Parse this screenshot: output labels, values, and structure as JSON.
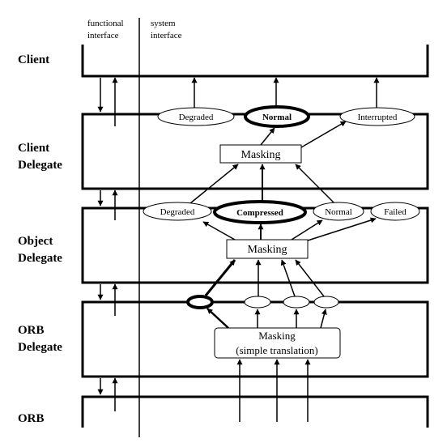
{
  "headers": {
    "functional_1": "functional",
    "functional_2": "interface",
    "system_1": "system",
    "system_2": "interface"
  },
  "layers": {
    "client": "Client",
    "client_delegate_1": "Client",
    "client_delegate_2": "Delegate",
    "object_delegate_1": "Object",
    "object_delegate_2": "Delegate",
    "orb_delegate_1": "ORB",
    "orb_delegate_2": "Delegate",
    "orb": "ORB"
  },
  "client_delegate": {
    "degraded": "Degraded",
    "normal": "Normal",
    "interrupted": "Interrupted",
    "masking": "Masking"
  },
  "object_delegate": {
    "degraded": "Degraded",
    "compressed": "Compressed",
    "normal": "Normal",
    "failed": "Failed",
    "masking": "Masking"
  },
  "orb_delegate": {
    "masking_1": "Masking",
    "masking_2": "(simple translation)"
  },
  "colors": {
    "stroke": "#000000",
    "background": "#ffffff"
  }
}
